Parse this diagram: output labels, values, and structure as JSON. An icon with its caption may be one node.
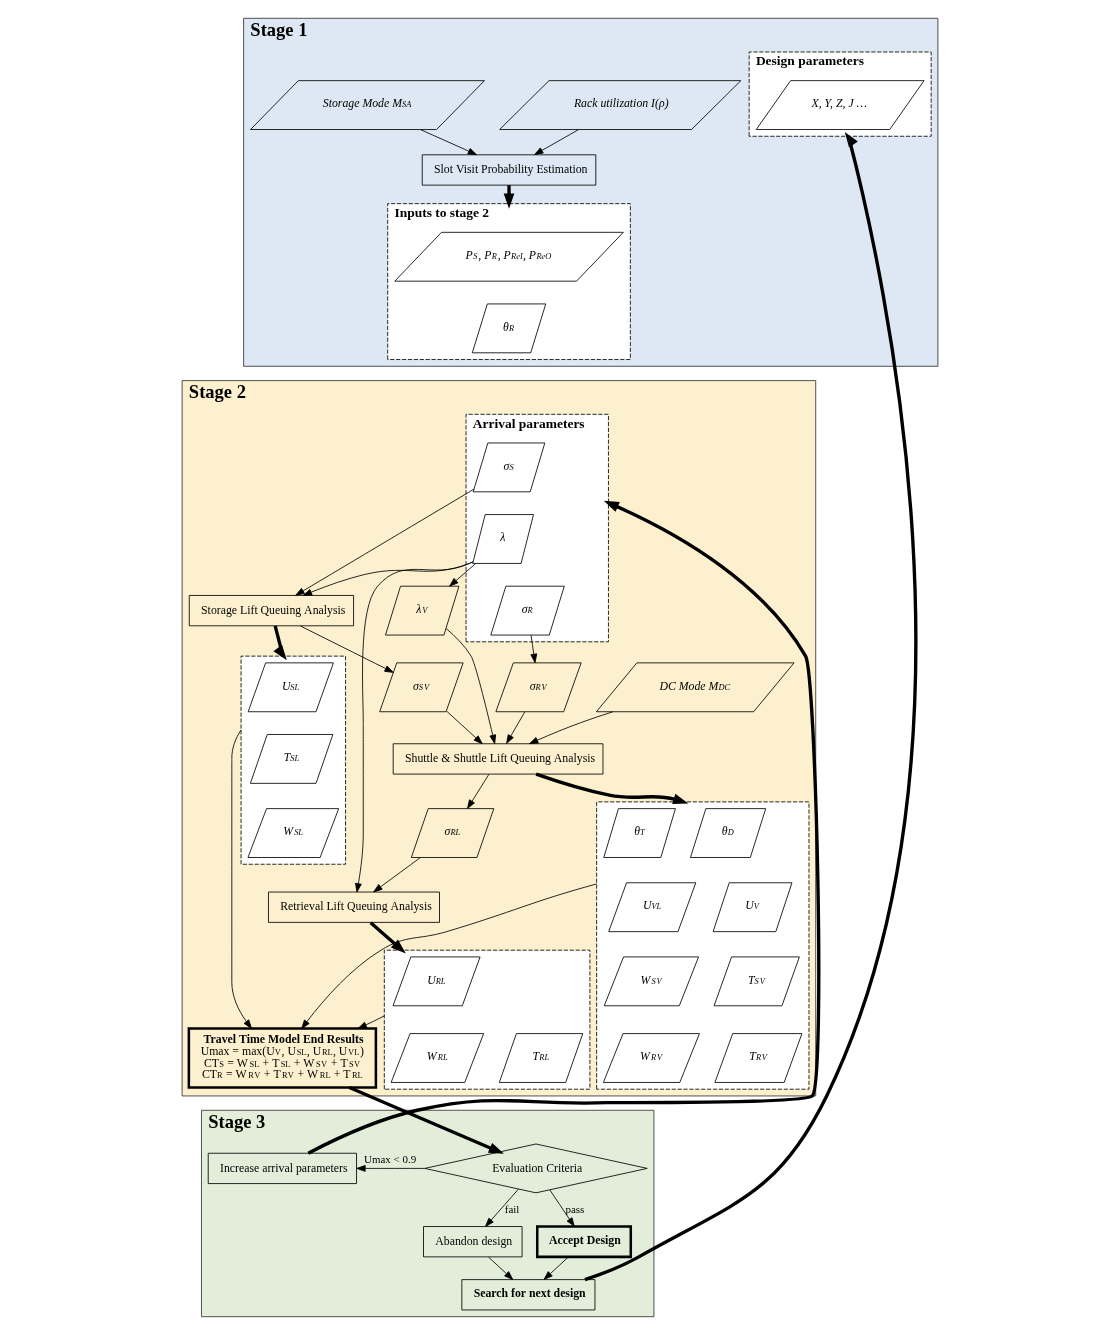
{
  "diagram": {
    "nodes": [
      {
        "text": [
          "Stage 1"
        ]
      },
      {
        "text": [
          "Rack utilization I(ρ)"
        ],
        "in": 0
      },
      {
        "text": [
          "Storage Mode M$_{SA}$"
        ],
        "in": 0
      },
      {
        "text": [
          "Design parameters"
        ],
        "in": 0
      },
      {
        "text": [
          "X, Y, Z, J …"
        ],
        "in": 3
      },
      {
        "text": [
          "Slot Visit Probability Estimation"
        ],
        "in": 0
      },
      {
        "text": [
          "Inputs to stage 2"
        ],
        "in": 0
      },
      {
        "text": [
          "P$^{S}$, P$^{R}$, P$^{ReI}$, P$^{ReO}$"
        ],
        "in": 6
      },
      {
        "text": [
          "θ$^{R}$"
        ],
        "in": 6
      },
      {
        "text": [
          "Stage 2"
        ]
      },
      {
        "text": [
          "Arrival parameters"
        ],
        "in": 9
      },
      {
        "text": [
          "σ$_{S}$"
        ],
        "in": 10
      },
      {
        "text": [
          "λ"
        ],
        "in": 10
      },
      {
        "text": [
          "σ$_{R}$"
        ],
        "in": 10
      },
      {
        "text": [
          "Storage Lift Queuing Analysis"
        ],
        "in": 9
      },
      {
        "text": [
          "λ$^{V}$"
        ],
        "in": 9
      },
      {
        "text": [
          "σ$_{R}$$^{V}$"
        ],
        "in": 9
      },
      {
        "text": [
          "σ$_{S}$$^{V}$"
        ],
        "in": 9
      },
      {
        "text": [],
        "shape": "box",
        "in": 9
      },
      {
        "text": [
          "U$^{SL}$"
        ],
        "in": 18
      },
      {
        "text": [
          "T$^{SL}$"
        ],
        "in": 18
      },
      {
        "text": [
          "W$^{SL}$"
        ],
        "in": 18
      },
      {
        "text": [
          "DC Mode M$_{DC}$"
        ],
        "in": 9
      },
      {
        "text": [
          "Shuttle & Shuttle Lift Queuing Analysis"
        ],
        "in": 9
      },
      {
        "text": [],
        "shape": "box",
        "in": 9
      },
      {
        "text": [
          "θ$^{D}$"
        ],
        "in": 24
      },
      {
        "text": [
          "θ$^{T}$"
        ],
        "in": 24
      },
      {
        "text": [
          "U$^{V}$"
        ],
        "in": 24
      },
      {
        "text": [
          "U$^{VL}$"
        ],
        "in": 24
      },
      {
        "text": [
          "T$_{S}$$^{V}$"
        ],
        "in": 24
      },
      {
        "text": [
          "W$_{S}$$^{V}$"
        ],
        "in": 24
      },
      {
        "text": [
          "T$_{R}$$^{V}$"
        ],
        "in": 24
      },
      {
        "text": [
          "W$_{R}$$^{V}$"
        ],
        "in": 24
      },
      {
        "text": [
          "σ$_{RL}$"
        ],
        "in": 9
      },
      {
        "text": [
          "Retrieval Lift Queuing Analysis"
        ],
        "in": 9
      },
      {
        "text": [],
        "shape": "box",
        "in": 9
      },
      {
        "text": [
          "U$^{RL}$"
        ],
        "in": 35
      },
      {
        "text": [
          "T$^{RL}$"
        ],
        "in": 35
      },
      {
        "text": [
          "W$^{RL}$"
        ],
        "in": 35
      },
      {
        "text": [
          "Travel Time Model End Results",
          "Umax = max(U$^{V}$, U$^{SL}$, U$^{RL}$, U$^{VL}$)",
          "CT$_{S}$ = W$^{SL}$ + T$^{SL}$ + W$_{S}$$^{V}$ + T$_{S}$$^{V}$",
          "CT$_{R}$ = W$_{R}$$^{V}$ + T$_{R}$$^{V}$ + W$^{RL}$ + T$^{RL}$"
        ],
        "in": 9
      },
      {
        "text": [
          "Stage 3"
        ]
      },
      {
        "text": [
          "Increase arrival parameters"
        ],
        "in": 40
      },
      {
        "text": [
          "Evaluation Criteria"
        ],
        "in": 40
      },
      {
        "text": [
          "Abandon design"
        ],
        "in": 40
      },
      {
        "text": [
          "Accept Design"
        ],
        "in": 40
      },
      {
        "text": [
          "Search for next design"
        ],
        "in": 40
      }
    ],
    "edges": [
      {
        "from": 1,
        "to": 5,
        "arrow": "to"
      },
      {
        "from": 2,
        "to": 5,
        "arrow": "to"
      },
      {
        "from": 5,
        "to": 6,
        "arrow": "to",
        "style": "thick"
      },
      {
        "from": 12,
        "to": 14,
        "arrow": "to"
      },
      {
        "from": 11,
        "to": 14,
        "arrow": "to"
      },
      {
        "from": 12,
        "to": 15,
        "arrow": "to"
      },
      {
        "from": 13,
        "to": 16,
        "arrow": "to"
      },
      {
        "from": 14,
        "to": 17,
        "arrow": "to"
      },
      {
        "from": 14,
        "to": 18,
        "arrow": "to",
        "style": "thick"
      },
      {
        "from": 15,
        "to": 23,
        "arrow": "to"
      },
      {
        "from": 16,
        "to": 23,
        "arrow": "to"
      },
      {
        "from": 17,
        "to": 23,
        "arrow": "to"
      },
      {
        "from": 22,
        "to": 23,
        "arrow": "to"
      },
      {
        "from": 23,
        "to": 24,
        "arrow": "to",
        "style": "thick"
      },
      {
        "from": 23,
        "to": 33,
        "arrow": "to"
      },
      {
        "from": 33,
        "to": 34,
        "arrow": "to"
      },
      {
        "from": 12,
        "to": 34,
        "arrow": "to"
      },
      {
        "from": 34,
        "to": 35,
        "arrow": "to",
        "style": "thick"
      },
      {
        "from": 18,
        "to": 39,
        "arrow": "to"
      },
      {
        "from": 24,
        "to": 39,
        "arrow": "to"
      },
      {
        "from": 35,
        "to": 39,
        "arrow": "to"
      },
      {
        "from": 39,
        "to": 42,
        "arrow": "to",
        "style": "thick"
      },
      {
        "from": 42,
        "to": 41,
        "arrow": "to",
        "label": "Umax < 0.9"
      },
      {
        "from": 42,
        "to": 43,
        "arrow": "to",
        "label": "fail"
      },
      {
        "from": 42,
        "to": 44,
        "arrow": "to",
        "label": "pass"
      },
      {
        "from": 44,
        "to": 45,
        "arrow": "to"
      },
      {
        "from": 43,
        "to": 45,
        "arrow": "to"
      },
      {
        "from": 41,
        "to": 10,
        "arrow": "to",
        "style": "thick"
      },
      {
        "from": 45,
        "to": 3,
        "arrow": "to",
        "style": "thick"
      }
    ]
  }
}
